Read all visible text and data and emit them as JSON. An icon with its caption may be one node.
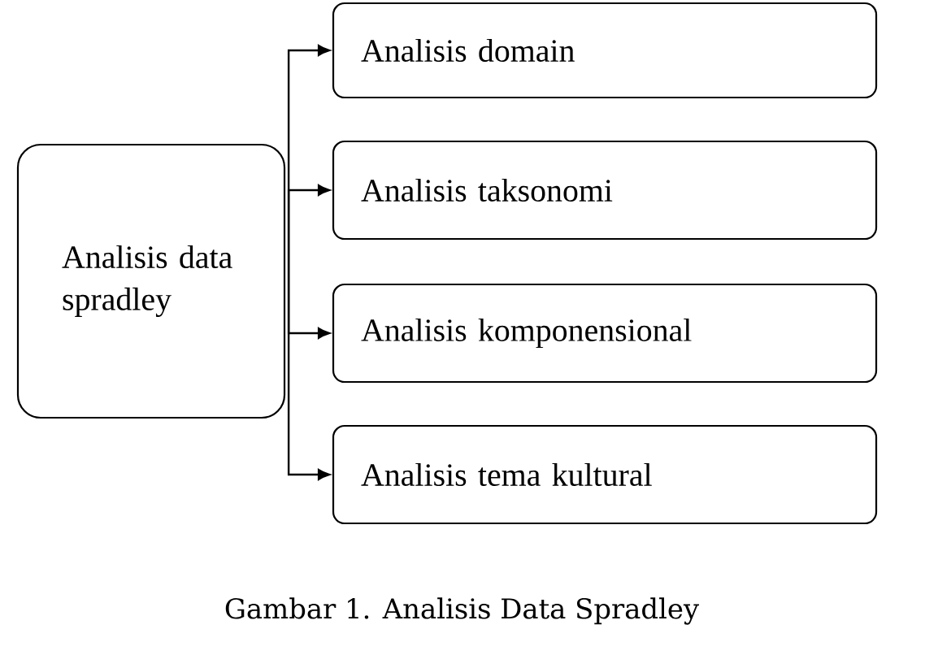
{
  "diagram": {
    "caption": "Gambar 1. Analisis Data Spradley",
    "nodes": [
      {
        "text": [
          "Analisis data spradley"
        ]
      },
      {
        "text": [
          "Analisis domain"
        ]
      },
      {
        "text": [
          "Analisis taksonomi"
        ]
      },
      {
        "text": [
          "Analisis komponensional"
        ]
      },
      {
        "text": [
          "Analisis tema kultural"
        ]
      }
    ],
    "edges": [
      {
        "from": 0,
        "to": 1,
        "arrow": "to"
      },
      {
        "from": 0,
        "to": 2,
        "arrow": "to"
      },
      {
        "from": 0,
        "to": 3,
        "arrow": "to"
      },
      {
        "from": 0,
        "to": 4,
        "arrow": "to"
      }
    ]
  }
}
